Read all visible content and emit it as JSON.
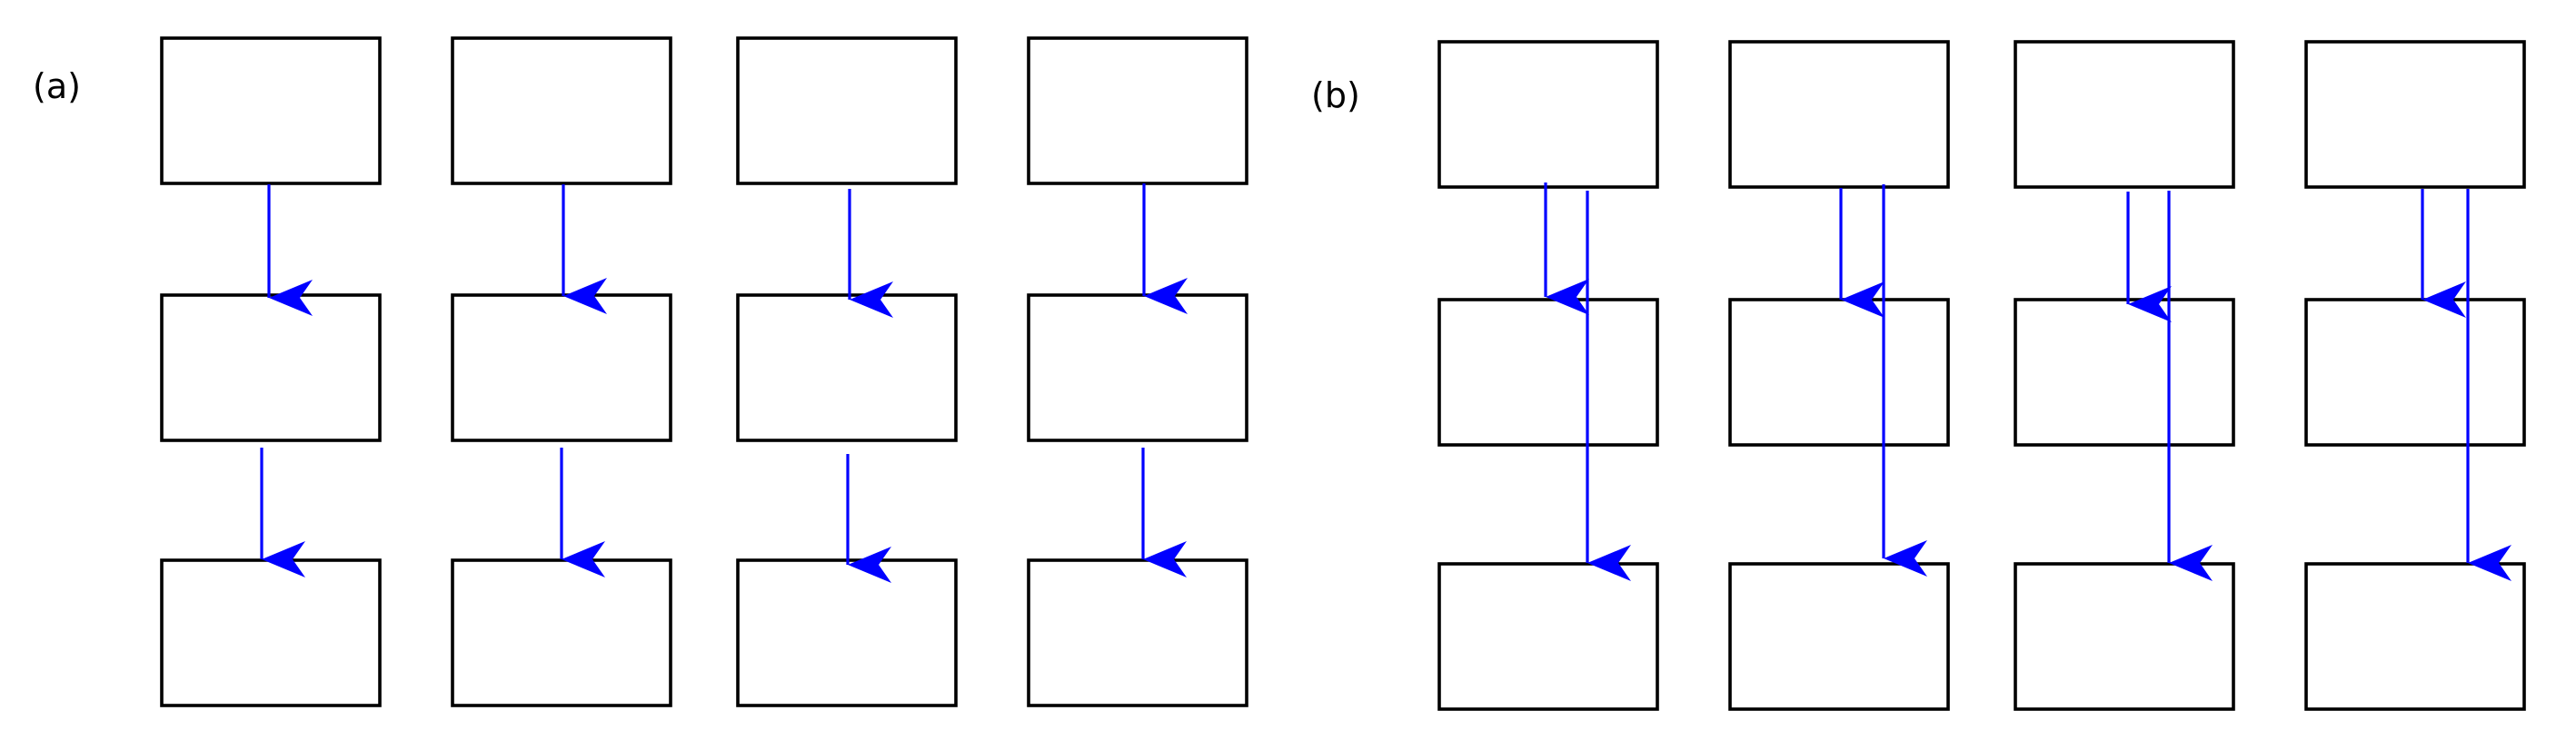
{
  "panels": [
    {
      "id": "a",
      "label": "(a)",
      "columns": 4,
      "rows": 3,
      "connection": "chain"
    },
    {
      "id": "b",
      "label": "(b)",
      "columns": 4,
      "rows": 3,
      "connection": "fork"
    }
  ],
  "colors": {
    "arrow": "#0000ff",
    "box_stroke": "#000000",
    "background": "#ffffff"
  }
}
